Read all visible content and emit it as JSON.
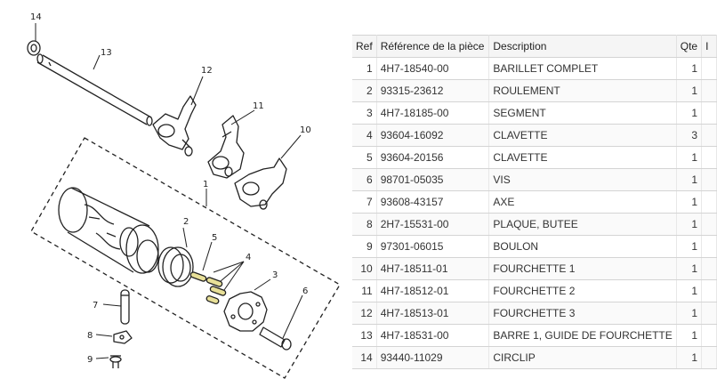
{
  "diagram": {
    "callouts": [
      "14",
      "13",
      "12",
      "11",
      "10",
      "1",
      "2",
      "5",
      "4",
      "3",
      "6",
      "7",
      "8",
      "9"
    ],
    "highlight_color": "#e8e098"
  },
  "table": {
    "headers": [
      "Ref",
      "Référence de la pièce",
      "Description",
      "Qte",
      "I"
    ],
    "rows": [
      {
        "ref": "1",
        "part": "4H7-18540-00",
        "desc": "BARILLET COMPLET",
        "qty": "1"
      },
      {
        "ref": "2",
        "part": "93315-23612",
        "desc": "ROULEMENT",
        "qty": "1"
      },
      {
        "ref": "3",
        "part": "4H7-18185-00",
        "desc": "SEGMENT",
        "qty": "1"
      },
      {
        "ref": "4",
        "part": "93604-16092",
        "desc": "CLAVETTE",
        "qty": "3"
      },
      {
        "ref": "5",
        "part": "93604-20156",
        "desc": "CLAVETTE",
        "qty": "1"
      },
      {
        "ref": "6",
        "part": "98701-05035",
        "desc": "VIS",
        "qty": "1"
      },
      {
        "ref": "7",
        "part": "93608-43157",
        "desc": "AXE",
        "qty": "1"
      },
      {
        "ref": "8",
        "part": "2H7-15531-00",
        "desc": "PLAQUE, BUTEE",
        "qty": "1"
      },
      {
        "ref": "9",
        "part": "97301-06015",
        "desc": "BOULON",
        "qty": "1"
      },
      {
        "ref": "10",
        "part": "4H7-18511-01",
        "desc": "FOURCHETTE 1",
        "qty": "1"
      },
      {
        "ref": "11",
        "part": "4H7-18512-01",
        "desc": "FOURCHETTE 2",
        "qty": "1"
      },
      {
        "ref": "12",
        "part": "4H7-18513-01",
        "desc": "FOURCHETTE 3",
        "qty": "1"
      },
      {
        "ref": "13",
        "part": "4H7-18531-00",
        "desc": "BARRE 1, GUIDE DE FOURCHETTE",
        "qty": "1"
      },
      {
        "ref": "14",
        "part": "93440-11029",
        "desc": "CIRCLIP",
        "qty": "1"
      }
    ]
  }
}
